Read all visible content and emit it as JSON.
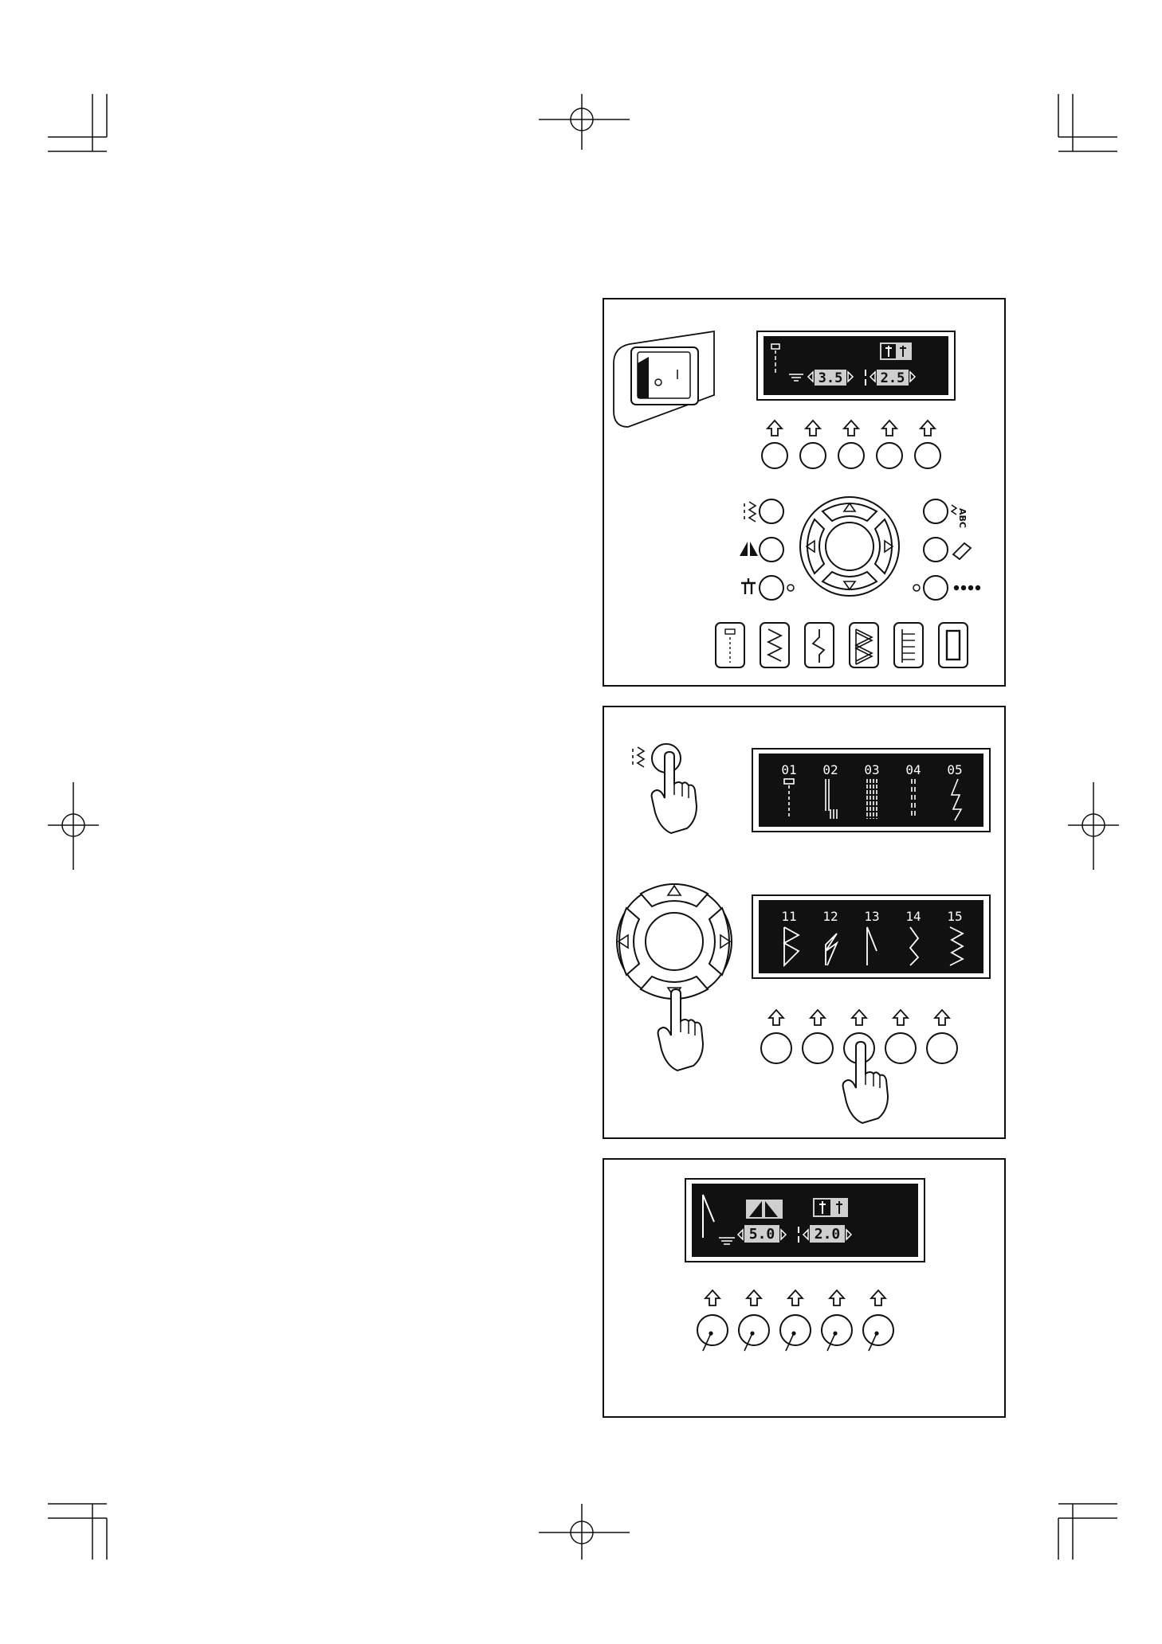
{
  "panel1": {
    "stitch_width": "3.5",
    "stitch_length": "2.5",
    "pattern_buttons": [
      "pattern-straight",
      "pattern-zigzag",
      "pattern-blind",
      "pattern-triple-zigzag",
      "pattern-satin",
      "pattern-buttonhole"
    ],
    "abc_label": "ABC"
  },
  "panel2": {
    "screen1_numbers": [
      "01",
      "02",
      "03",
      "04",
      "05"
    ],
    "screen2_numbers": [
      "11",
      "12",
      "13",
      "14",
      "15"
    ]
  },
  "panel3": {
    "stitch_width": "5.0",
    "stitch_length": "2.0"
  },
  "icons": [
    "up-arrow-icon",
    "mode-zigzag-icon",
    "mirror-icon",
    "needle-stop-icon",
    "lettering-abc-icon",
    "eraser-icon",
    "memory-dots-icon",
    "finger-press-icon",
    "dial-knob-icon"
  ]
}
